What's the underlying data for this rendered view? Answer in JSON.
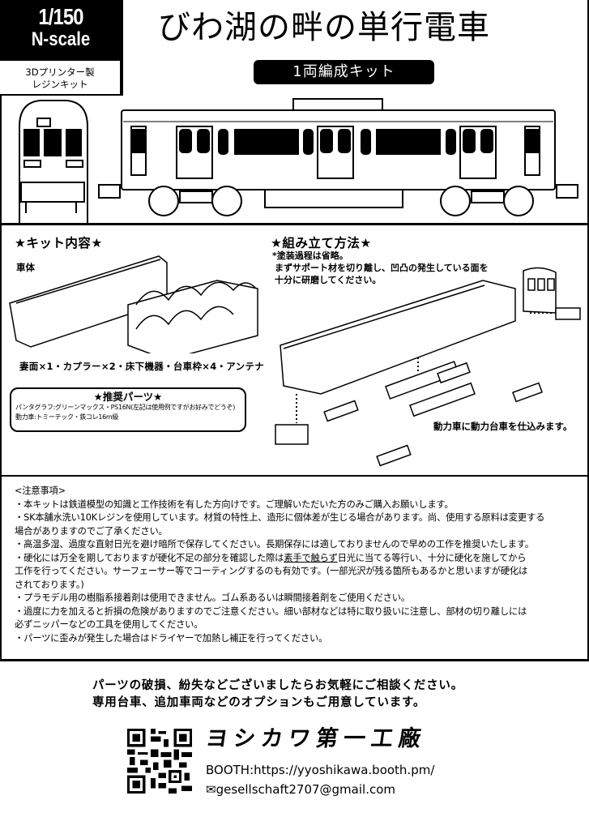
{
  "header": {
    "scale_ratio": "1/150",
    "scale_name": "N-scale",
    "kit_type_line1": "3Dプリンター製",
    "kit_type_line2": "レジンキット",
    "title": "びわ湖の畔の単行電車",
    "subtitle": "1両編成キット"
  },
  "kit_contents": {
    "heading": "★キット内容★",
    "body_label": "車体",
    "parts_list": "妻面×1・カプラー×2・床下機器・台車枠×4・アンテナ",
    "recommended": {
      "heading": "★推奨パーツ★",
      "items": [
        "パンタグラフ:グリーンマックス・PS16N(左記は使用例ですがお好みでどうぞ)",
        "動力車:トミーテック・鉄コレ16m級"
      ]
    }
  },
  "assembly": {
    "heading": "★組み立て方法★",
    "note": "*塗装過程は省略。",
    "instruction_line1": "まずサポート材を切り離し、凹凸の発生している面を",
    "instruction_line2": "十分に研磨してください。",
    "motor_note": "動力車に動力台車を仕込みます。"
  },
  "notices": {
    "heading": "<注意事項>",
    "lines": [
      "・本キットは鉄道模型の知識と工作技術を有した方向けです。ご理解いただいた方のみご購入お願いします。",
      "・SK本舗水洗い10Kレジンを使用しています。材質の特性上、造形に個体差が生じる場合があります。尚、使用する原料は変更する",
      "場合がありますのでご了承ください。",
      "・高温多湿、過度な直射日光を避け暗所で保存してください。長期保存には適しておりませんので早めの工作を推奨いたします。",
      "・硬化には万全を期しておりますが硬化不足の部分を確認した際は",
      "工作を行ってください。サーフェーサー等でコーティングするのも有効です。(一部光沢が残る箇所もあるかと思いますが硬化は",
      "されております。)",
      "・プラモデル用の樹脂系接着剤は使用できません。ゴム系あるいは瞬間接着剤をご使用ください。",
      "・過度に力を加えると折損の危険がありますのでご注意ください。細い部材などは特に取り扱いに注意し、部材の切り離しには",
      "必ずニッパーなどの工具を使用してください。",
      "・パーツに歪みが発生した場合はドライヤーで加熱し補正を行ってください。"
    ],
    "line5_underlined": "素手で触らず",
    "line5_tail": "日光に当てる等行い、十分に硬化を施してから"
  },
  "footer": {
    "contact_line1": "パーツの破損、紛失などございましたらお気軽にご相談ください。",
    "contact_line2": "専用台車、追加車両などのオプションもご用意しています。",
    "brand": "ヨシカワ第一工廠",
    "booth": "BOOTH:https://yyoshikawa.booth.pm/",
    "email_icon": "✉",
    "email": "gesellschaft2707@gmail.com"
  }
}
